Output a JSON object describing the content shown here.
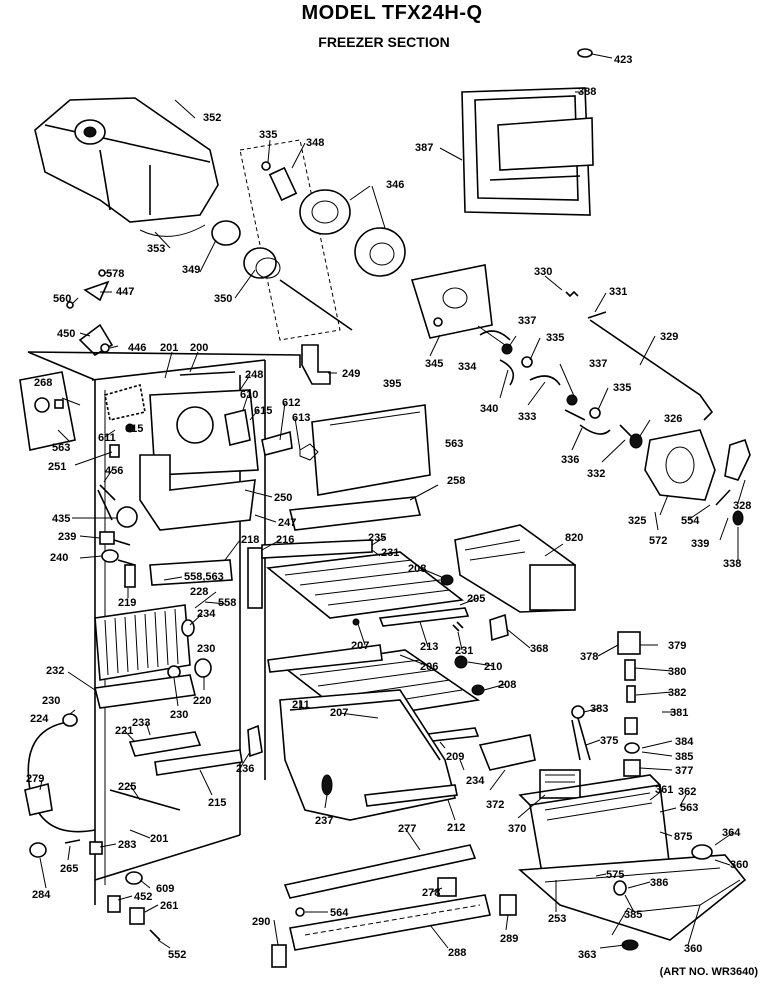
{
  "header": {
    "model": "MODEL TFX24H-Q",
    "section": "FREEZER SECTION"
  },
  "footer": {
    "art_no": "(ART NO. WR3640)"
  },
  "labels": {
    "l423": "423",
    "l388": "388",
    "l387": "387",
    "l352": "352",
    "l335a": "335",
    "l348": "348",
    "l346": "346",
    "l353": "353",
    "l349": "349",
    "l350": "350",
    "l345": "345",
    "l330": "330",
    "l331": "331",
    "l329": "329",
    "l578": "578",
    "l447": "447",
    "l560": "560",
    "l450": "450",
    "l446": "446",
    "l201a": "201",
    "l200": "200",
    "l249": "249",
    "l395": "395",
    "l334": "334",
    "l337a": "337",
    "l335b": "335",
    "l340": "340",
    "l333": "333",
    "l337b": "337",
    "l335c": "335",
    "l326": "326",
    "l336": "336",
    "l332": "332",
    "l268": "268",
    "l248": "248",
    "l610": "610",
    "l615a": "615",
    "l615b": "615",
    "l612": "612",
    "l613": "613",
    "l611": "611",
    "l563a": "563",
    "l563b": "563",
    "l251": "251",
    "l456": "456",
    "l250": "250",
    "l258": "258",
    "l325": "325",
    "l572": "572",
    "l554": "554",
    "l339": "339",
    "l328": "328",
    "l338": "338",
    "l435": "435",
    "l247": "247",
    "l239": "239",
    "l240": "240",
    "l218": "218",
    "l216": "216",
    "l235": "235",
    "l231a": "231",
    "l820": "820",
    "l208a": "208",
    "l558a": "558,563",
    "l228": "228",
    "l558b": "558",
    "l219": "219",
    "l205": "205",
    "l234a": "234",
    "l230a": "230",
    "l207a": "207",
    "l213": "213",
    "l231b": "231",
    "l368": "368",
    "l378": "378",
    "l379": "379",
    "l232": "232",
    "l220": "220",
    "l206": "206",
    "l210": "210",
    "l380": "380",
    "l208b": "208",
    "l382": "382",
    "l230b": "230",
    "l230c": "230",
    "l224": "224",
    "l211": "211",
    "l207b": "207",
    "l383": "383",
    "l381": "381",
    "l221": "221",
    "l233": "233",
    "l375": "375",
    "l209": "209",
    "l384": "384",
    "l385a": "385",
    "l236": "236",
    "l377": "377",
    "l234b": "234",
    "l279": "279",
    "l225": "225",
    "l372": "372",
    "l361": "361",
    "l362": "362",
    "l237": "237",
    "l215": "215",
    "l563c": "563",
    "l212": "212",
    "l370": "370",
    "l375b": "875",
    "l364": "364",
    "l201b": "201",
    "l277": "277",
    "l283": "283",
    "l265": "265",
    "l360a": "360",
    "l284": "284",
    "l575": "575",
    "l386": "386",
    "l609": "609",
    "l278": "278",
    "l452": "452",
    "l261": "261",
    "l564": "564",
    "l253": "253",
    "l385b": "385",
    "l290": "290",
    "l289": "289",
    "l288": "288",
    "l552": "552",
    "l363": "363",
    "l360b": "360"
  }
}
